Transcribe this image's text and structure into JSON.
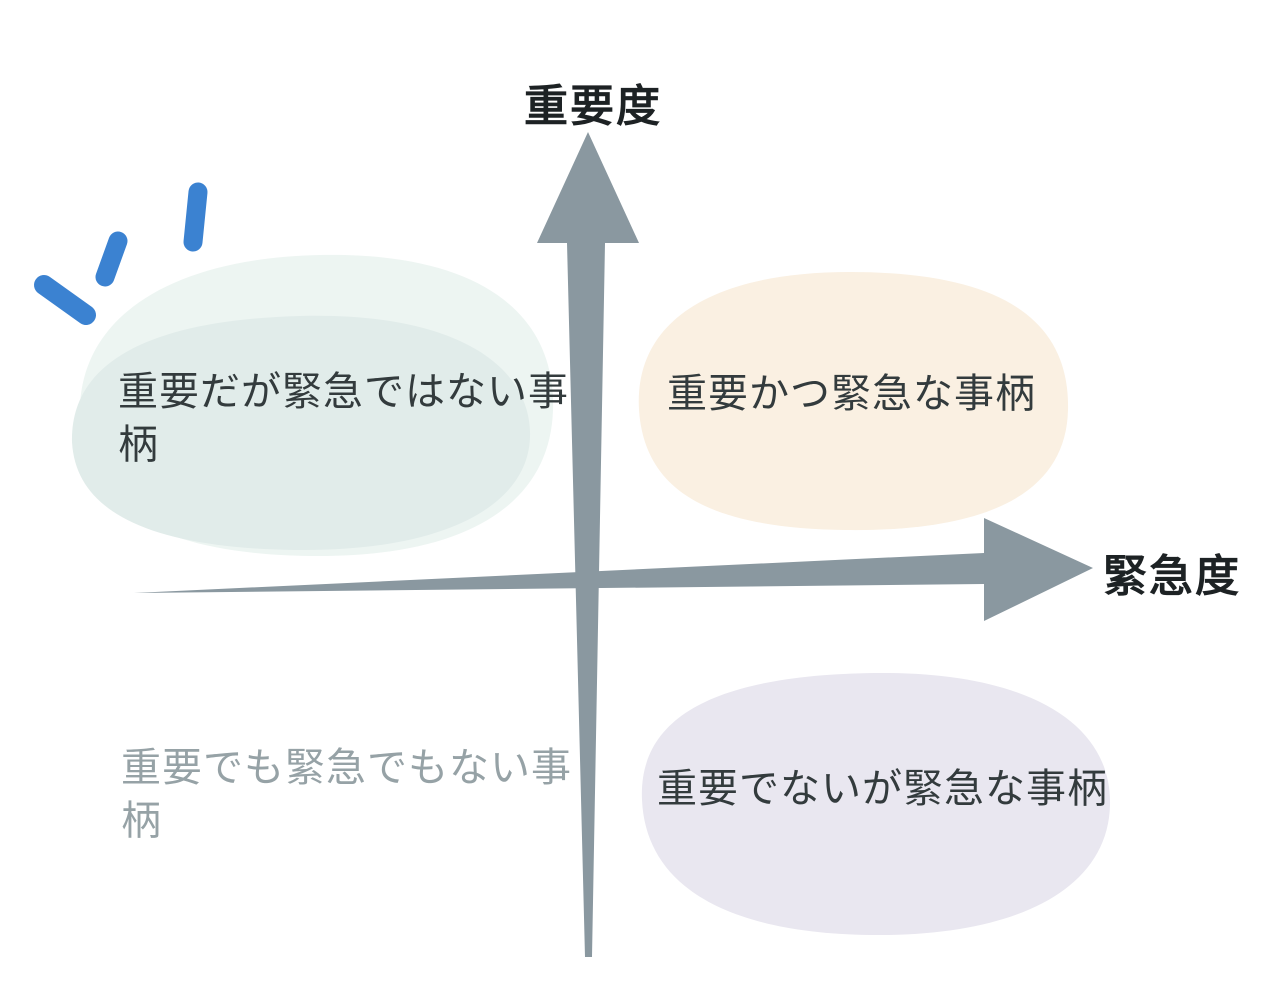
{
  "diagram": {
    "y_axis_label": "重要度",
    "x_axis_label": "緊急度",
    "quadrants": {
      "top_left": {
        "label": "重要だが緊急ではない事柄"
      },
      "top_right": {
        "label": "重要かつ緊急な事柄"
      },
      "bottom_left": {
        "label": "重要でも緊急でもない事柄"
      },
      "bottom_right": {
        "label": "重要でないが緊急な事柄"
      }
    }
  },
  "colors": {
    "axis_gray": "#8a98a0",
    "title_text": "#1d2224",
    "quadrant_text": "#333b3d",
    "muted_text": "#96a2a6",
    "teal_halo": "#edf5f2",
    "teal_blob": "#e1ecea",
    "cream_blob": "#faf0e2",
    "lavender_blob": "#e9e7f0",
    "accent_blue": "#3b82d1"
  }
}
